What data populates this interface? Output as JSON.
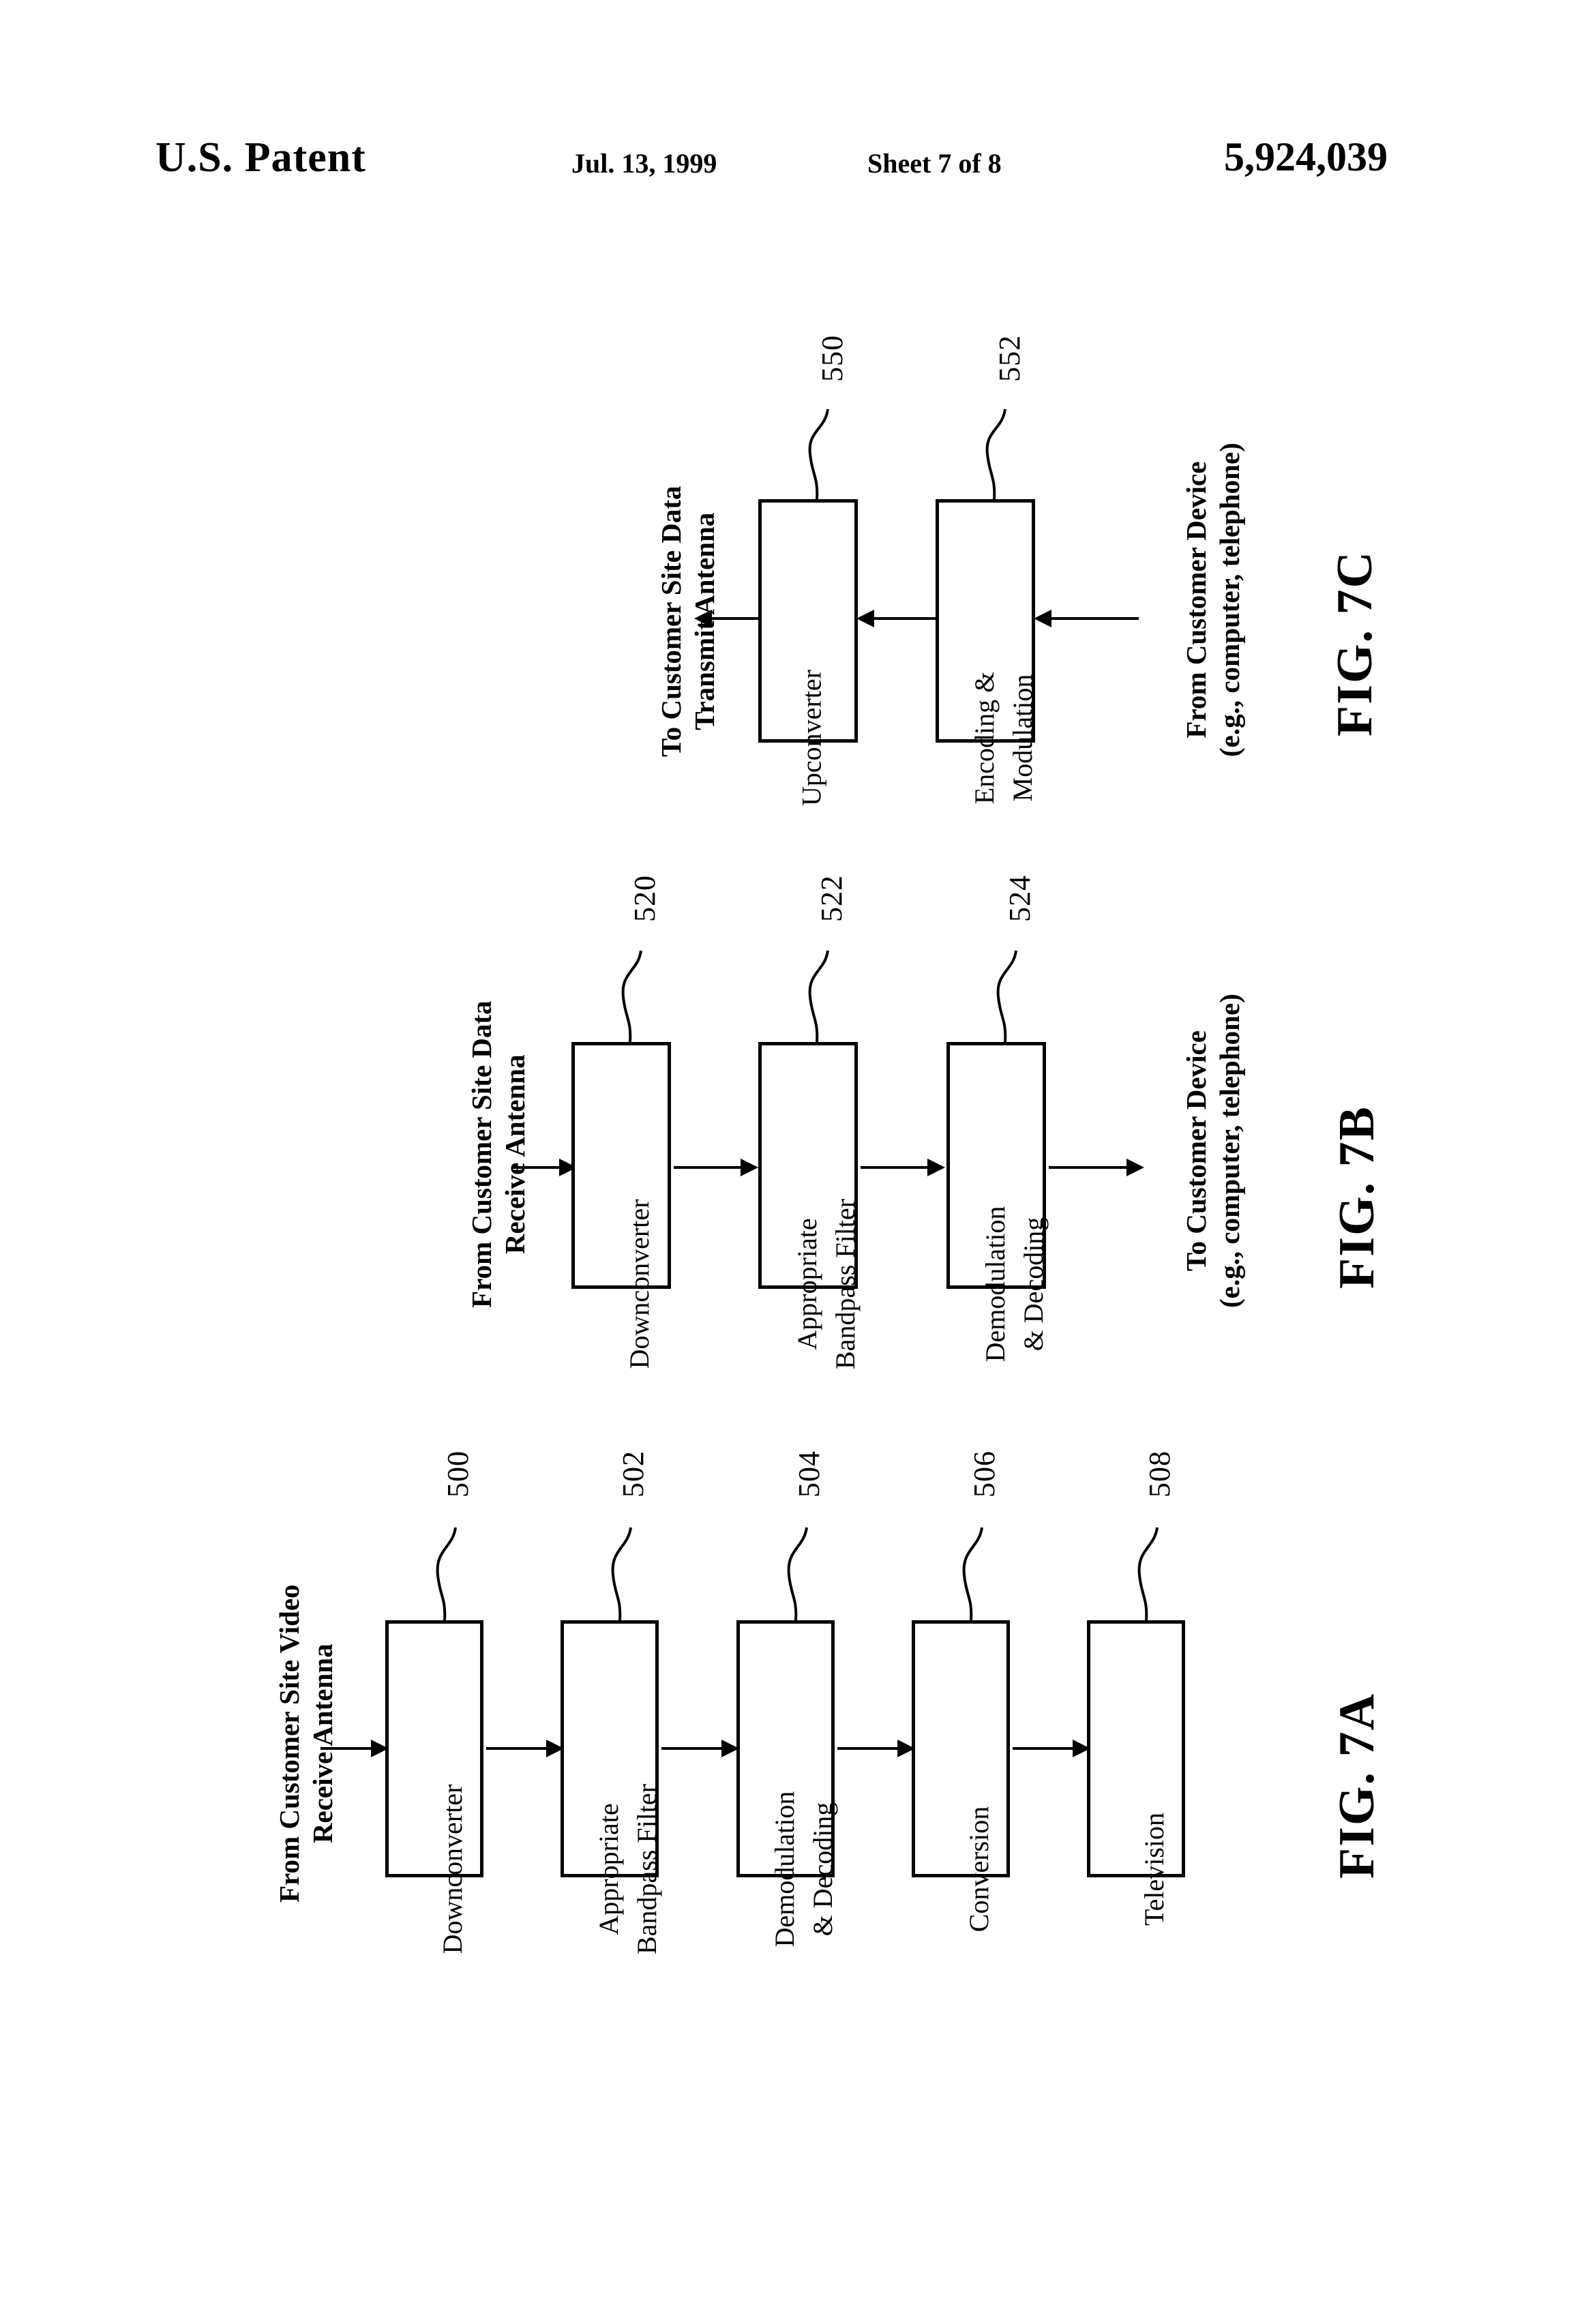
{
  "header": {
    "office": "U.S. Patent",
    "date": "Jul. 13, 1999",
    "sheet": "Sheet 7 of 8",
    "patent_number": "5,924,039"
  },
  "figures": [
    {
      "id": "fig-7c",
      "title": "FIG. 7C",
      "input_caption": "From Customer Device\n(e.g., computer, telephone)",
      "input_caption_line1": "From Customer Device",
      "input_caption_line2": "(e.g., computer, telephone)",
      "output_caption_line1": "To Customer Site Data",
      "output_caption_line2": "Transmit Antenna",
      "flow_direction": "right-to-left",
      "blocks": [
        {
          "label": "Upconverter",
          "label_line1": "Upconverter",
          "label_line2": "",
          "ref": "550"
        },
        {
          "label": "Encoding & Modulation",
          "label_line1": "Encoding &",
          "label_line2": "Modulation",
          "ref": "552"
        }
      ]
    },
    {
      "id": "fig-7b",
      "title": "FIG. 7B",
      "input_caption_line1": "From Customer Site Data",
      "input_caption_line2": "Receive Antenna",
      "output_caption_line1": "To Customer Device",
      "output_caption_line2": "(e.g., computer, telephone)",
      "flow_direction": "left-to-right",
      "blocks": [
        {
          "label": "Downconverter",
          "label_line1": "Downconverter",
          "label_line2": "",
          "ref": "520"
        },
        {
          "label": "Appropriate Bandpass Filter",
          "label_line1": "Appropriate",
          "label_line2": "Bandpass Filter",
          "ref": "522"
        },
        {
          "label": "Demodulation & Decoding",
          "label_line1": "Demodulation",
          "label_line2": "& Decoding",
          "ref": "524"
        }
      ]
    },
    {
      "id": "fig-7a",
      "title": "FIG. 7A",
      "input_caption_line1": "From Customer Site Video",
      "input_caption_line2": "Receive Antenna",
      "output_caption_line1": "",
      "output_caption_line2": "",
      "flow_direction": "left-to-right",
      "blocks": [
        {
          "label": "Downconverter",
          "label_line1": "Downconverter",
          "label_line2": "",
          "ref": "500"
        },
        {
          "label": "Appropriate Bandpass Filter",
          "label_line1": "Appropriate",
          "label_line2": "Bandpass Filter",
          "ref": "502"
        },
        {
          "label": "Demodulation & Decoding",
          "label_line1": "Demodulation",
          "label_line2": "& Decoding",
          "ref": "504"
        },
        {
          "label": "Conversion",
          "label_line1": "Conversion",
          "label_line2": "",
          "ref": "506"
        },
        {
          "label": "Television",
          "label_line1": "Television",
          "label_line2": "",
          "ref": "508"
        }
      ]
    }
  ]
}
